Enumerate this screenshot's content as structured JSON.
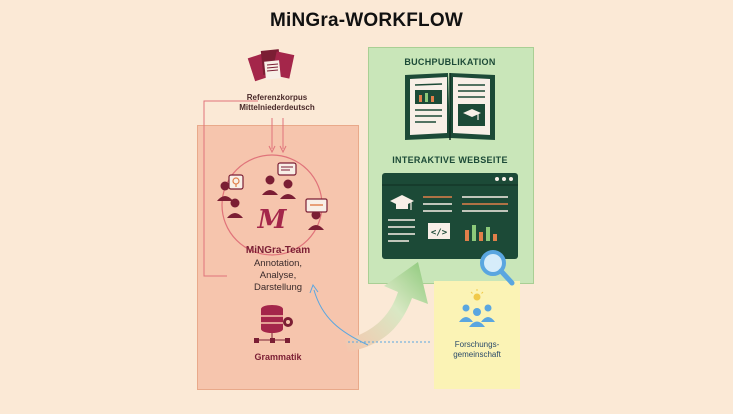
{
  "title": "MiNGra-WORKFLOW",
  "corpus": {
    "line1": "Referenzkorpus",
    "line2": "Mittelniederdeutsch"
  },
  "team": {
    "name": "MiNGra-Team",
    "line1": "Annotation,",
    "line2": "Analyse,",
    "line3": "Darstellung"
  },
  "grammatik": "Grammatik",
  "buchpublikation": "BUCHPUBLIKATION",
  "webseite": "INTERAKTIVE WEBSEITE",
  "forschung": {
    "line1": "Forschungs-",
    "line2": "gemeinschaft"
  },
  "logo_letter": "M",
  "code_symbol": "</>",
  "colors": {
    "background": "#fbe9d6",
    "team_panel": "#f6c5ad",
    "pub_panel": "#c9e6b9",
    "research_panel": "#fbf3b5",
    "maroon": "#7b1e34",
    "dark_green": "#1c4a37",
    "blue": "#5aa6e0"
  }
}
